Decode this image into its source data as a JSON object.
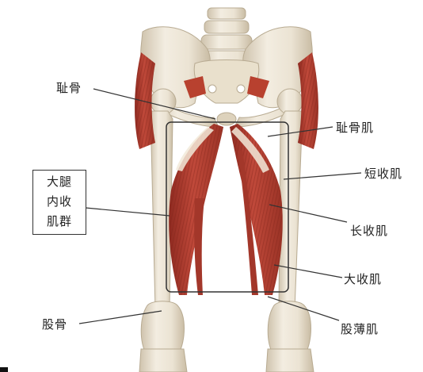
{
  "labels": {
    "pubis": "耻骨",
    "pectineus": "耻骨肌",
    "adductor_brevis": "短收肌",
    "adductor_longus": "长收肌",
    "adductor_magnus": "大收肌",
    "gracilis": "股薄肌",
    "femur": "股骨"
  },
  "group_box": {
    "line1": "大腿",
    "line2": "内收",
    "line3": "肌群"
  },
  "colors": {
    "bone": "#ebe3d3",
    "bone_shade": "#cfc3ad",
    "muscle": "#c0493a",
    "muscle_dark": "#8e2a20",
    "tendon": "#f2ead9",
    "leader": "#333333"
  }
}
